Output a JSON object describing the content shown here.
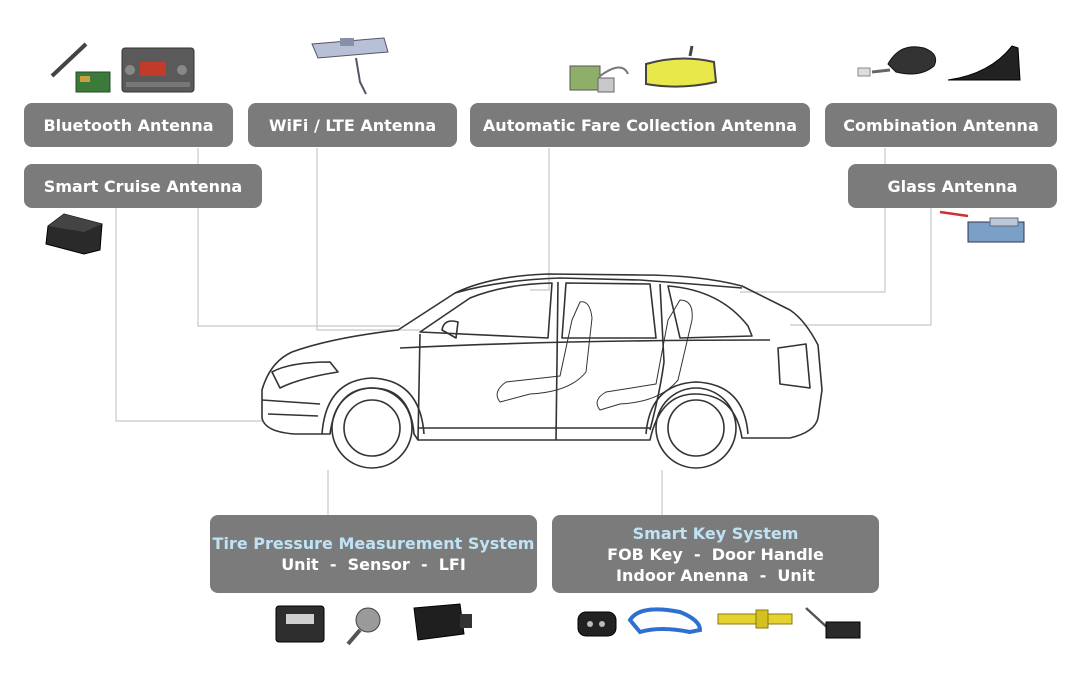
{
  "labels": {
    "bluetooth": "Bluetooth Antenna",
    "wifi_lte": "WiFi / LTE Antenna",
    "fare_collection": "Automatic Fare Collection Antenna",
    "combination": "Combination Antenna",
    "smart_cruise": "Smart Cruise Antenna",
    "glass": "Glass Antenna"
  },
  "tpms": {
    "title": "Tire Pressure Measurement System",
    "components": "Unit  -  Sensor  -  LFI"
  },
  "smart_key": {
    "title": "Smart Key System",
    "line1": "FOB Key  -  Door Handle",
    "line2": "Indoor Anenna  -  Unit"
  },
  "colors": {
    "label_bg": "#7b7b7b",
    "label_text": "#ffffff",
    "highlight_text": "#bfe3f4",
    "connector": "#c8c8c8",
    "car_outline": "#333333"
  }
}
